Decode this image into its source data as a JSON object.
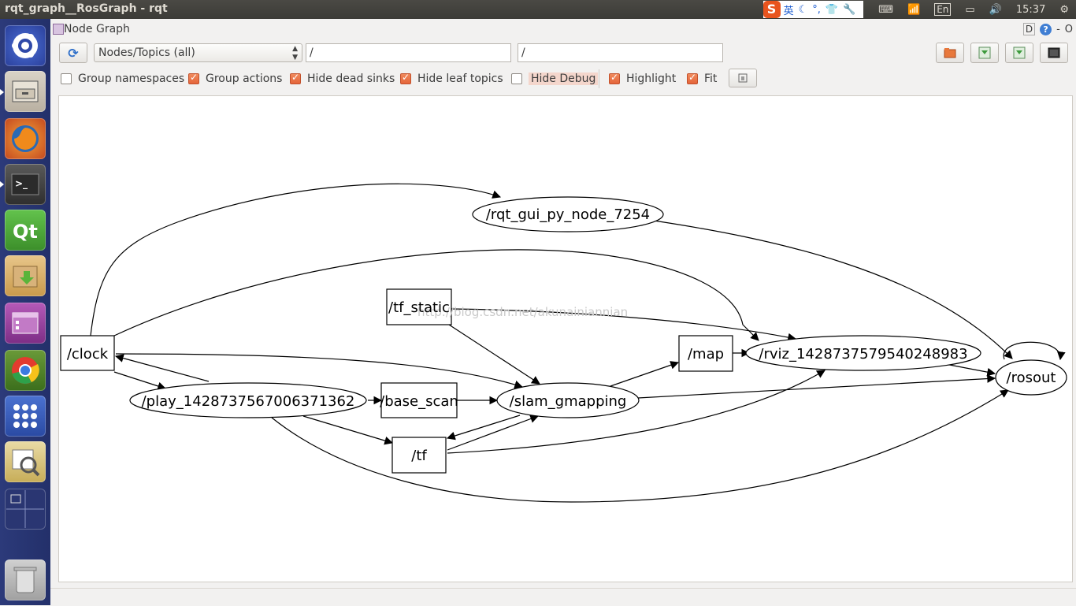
{
  "window_title": "rqt_graph__RosGraph - rqt",
  "tray": {
    "ime_logo": "S",
    "ime_mode": "英",
    "ime_icons": [
      "☾",
      "°,",
      "👕",
      "🔧"
    ],
    "keyboard_label": "⌨",
    "wifi_label": "📶",
    "lang": "En",
    "battery_label": "▭",
    "volume_label": "🔊",
    "time": "15:37",
    "gear_label": "⚙"
  },
  "dock": {
    "title": "Node Graph",
    "d_label": "D",
    "help_label": "?",
    "min_label": "-",
    "close_label": "O"
  },
  "toolbar": {
    "refresh_label": "⟳",
    "view_mode": "Nodes/Topics (all)",
    "namespace_filter": "/",
    "topic_filter": "/"
  },
  "options": {
    "group_namespaces": {
      "label": "Group namespaces",
      "checked": false
    },
    "group_actions": {
      "label": "Group actions",
      "checked": true
    },
    "hide_dead_sinks": {
      "label": "Hide dead sinks",
      "checked": true
    },
    "hide_leaf_topics": {
      "label": "Hide leaf topics",
      "checked": true
    },
    "hide_debug": {
      "label": "Hide Debug",
      "checked": false
    },
    "highlight": {
      "label": "Highlight",
      "checked": true
    },
    "fit": {
      "label": "Fit",
      "checked": true
    }
  },
  "graph": {
    "nodes": {
      "rqt_gui": "/rqt_gui_py_node_7254",
      "tf_static": "/tf_static",
      "clock": "/clock",
      "map": "/map",
      "rviz": "/rviz_1428737579540248983",
      "rosout": "/rosout",
      "play": "/play_1428737567006371362",
      "base_scan": "/base_scan",
      "slam": "/slam_gmapping",
      "tf": "/tf"
    },
    "watermark": "http://blog.csdn.net/akunainiannian"
  },
  "colors": {
    "launcher": "#2c3a7a",
    "checkbox_on": "#e5653a",
    "panel": "#3c3b37"
  }
}
